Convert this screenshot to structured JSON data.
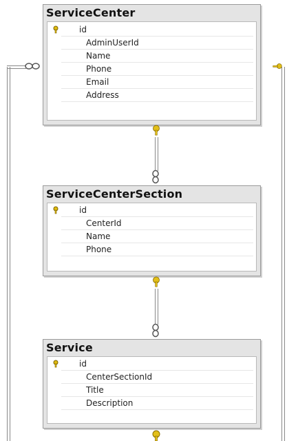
{
  "colors": {
    "key": "#d9b300",
    "line": "#888888",
    "header": "#e4e4e4"
  },
  "tables": [
    {
      "title": "ServiceCenter",
      "columns": [
        "id",
        "AdminUserId",
        "Name",
        "Phone",
        "Email",
        "Address"
      ],
      "primary_key": "id"
    },
    {
      "title": "ServiceCenterSection",
      "columns": [
        "id",
        "CenterId",
        "Name",
        "Phone"
      ],
      "primary_key": "id"
    },
    {
      "title": "Service",
      "columns": [
        "id",
        "CenterSectionId",
        "Title",
        "Description"
      ],
      "primary_key": "id"
    }
  ],
  "relationships": [
    {
      "from": "ServiceCenter",
      "to": "ServiceCenterSection",
      "one_end": "key-icon",
      "many_end": "infinity-icon"
    },
    {
      "from": "ServiceCenterSection",
      "to": "Service",
      "one_end": "key-icon",
      "many_end": "infinity-icon"
    },
    {
      "from": "ServiceCenter",
      "to": "ServiceCenter",
      "one_end": "key-icon",
      "many_end": "infinity-icon"
    }
  ]
}
